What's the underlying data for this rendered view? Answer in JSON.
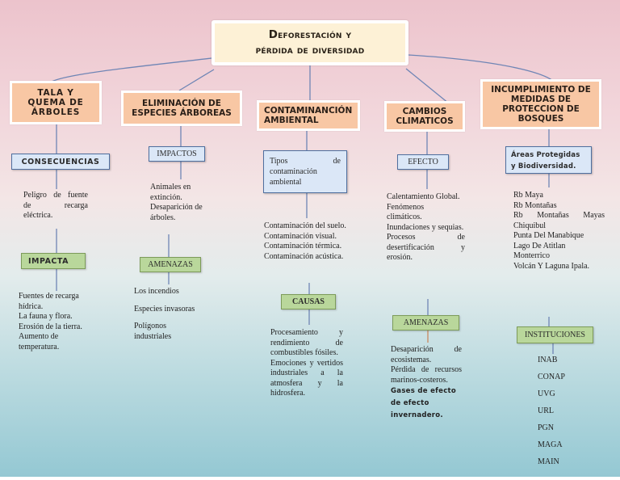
{
  "title": {
    "line1": "Deforestación y",
    "line2": "pérdida de diversidad"
  },
  "colors": {
    "category_fill": "#f8c7a4",
    "root_fill": "#fdf1d6",
    "blue_box_fill": "#dbe7f7",
    "green_box_fill": "#b9d79b",
    "connector": "#6f85b5"
  },
  "branches": [
    {
      "category": [
        "TALA Y",
        "QUEMA DE",
        "ÁRBOLES"
      ],
      "box1": "CONSECUENCIAS",
      "list1": [
        "Peligro de fuente de recarga eléctrica."
      ],
      "box2": "IMPACTA",
      "list2": [
        "Fuentes de recarga hídrica.",
        "La fauna y flora.",
        "Erosión de la tierra.",
        "Aumento de temperatura."
      ]
    },
    {
      "category": [
        "ELIMINACIÓN DE",
        "ESPECIES ÁRBOREAS"
      ],
      "box1": "IMPACTOS",
      "list1": [
        "Animales en extinción.",
        "Desaparición de árboles."
      ],
      "box2": "AMENAZAS",
      "list2": [
        "Los incendios",
        "Especies invasoras",
        "Polígonos industriales"
      ]
    },
    {
      "category": [
        "CONTAMINANCIÓN",
        "AMBIENTAL"
      ],
      "box1": "Tipos de contaminación ambiental",
      "list1": [
        "Contaminación del suelo.",
        "Contaminación visual.",
        "Contaminación térmica.",
        "Contaminación acústica."
      ],
      "box2": "CAUSAS",
      "list2": [
        "Procesamiento y rendimiento de combustibles fósiles.",
        "Emociones y vertidos industriales a la atmosfera y la hidrosfera."
      ]
    },
    {
      "category": [
        "CAMBIOS",
        "CLIMATICOS"
      ],
      "box1": "EFECTO",
      "list1": [
        "Calentamiento Global.",
        "Fenómenos climáticos.",
        "Inundaciones y sequias.",
        "Procesos de desertificación y erosión."
      ],
      "box2": "AMENAZAS",
      "list2": [
        "Desaparición de ecosistemas.",
        "Pérdida de recursos marinos-costeros.",
        "Gases de efecto de efecto invernadero."
      ]
    },
    {
      "category": [
        "INCUMPLIMIENTO DE",
        "MEDIDAS DE",
        "PROTECCION DE",
        "BOSQUES"
      ],
      "box1": "Áreas Protegidas y Biodiversidad.",
      "list1": [
        "Rb Maya",
        "Rb Montañas",
        "Rb Montañas Mayas Chiquibul",
        "Punta Del Manabique",
        "Lago De Atitlan",
        "Monterrico",
        "Volcán Y Laguna Ipala."
      ],
      "box2": "INSTITUCIONES",
      "list2": [
        "INAB",
        "CONAP",
        "UVG",
        "URL",
        "PGN",
        "MAGA",
        "MAIN"
      ]
    }
  ]
}
